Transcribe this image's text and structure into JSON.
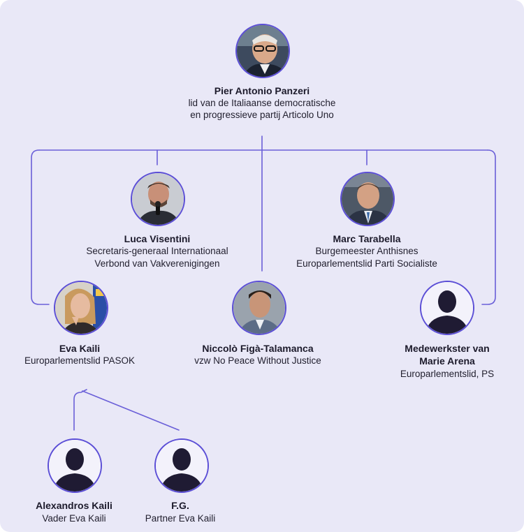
{
  "people": {
    "panzeri": {
      "name": "Pier Antonio Panzeri",
      "role_1": "lid van de Italiaanse democratische",
      "role_2": "en progressieve partij Articolo Uno",
      "icon": "photo-portrait-icon"
    },
    "visentini": {
      "name": "Luca Visentini",
      "role_1": "Secretaris-generaal Internationaal",
      "role_2": "Verbond van Vakverenigingen",
      "icon": "photo-portrait-icon"
    },
    "tarabella": {
      "name": "Marc Tarabella",
      "role_1": "Burgemeester Anthisnes",
      "role_2": "Europarlementslid Parti Socialiste",
      "icon": "photo-portrait-icon"
    },
    "kaili": {
      "name": "Eva Kaili",
      "role_1": "Europarlementslid PASOK",
      "icon": "photo-portrait-icon"
    },
    "figa": {
      "name": "Niccolò Figà-Talamanca",
      "role_1": "vzw No Peace Without Justice",
      "icon": "photo-portrait-icon"
    },
    "medewerkster": {
      "name_1": "Medewerkster van",
      "name_2": "Marie Arena",
      "role_1": "Europarlementslid, PS",
      "icon": "silhouette-icon"
    },
    "alexandros": {
      "name": "Alexandros Kaili",
      "role_1": "Vader Eva Kaili",
      "icon": "silhouette-icon"
    },
    "fg": {
      "name": "F.G.",
      "role_1": "Partner Eva Kaili",
      "icon": "silhouette-icon"
    }
  },
  "colors": {
    "line": "#5b4ed6",
    "background": "#e9e8f7",
    "silhouette": "#1f1b33"
  }
}
